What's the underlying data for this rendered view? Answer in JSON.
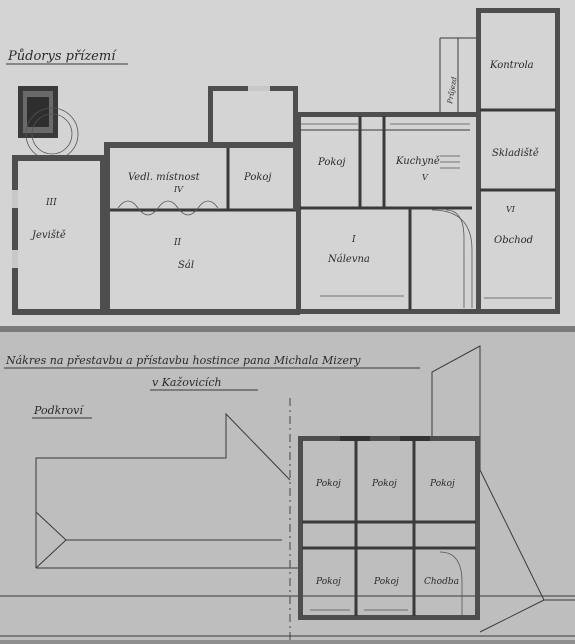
{
  "top_plan": {
    "title": "Půdorys přízemí",
    "rooms": {
      "jeviste": "Jeviště",
      "jeviste_num": "III",
      "sal": "Sál",
      "sal_num": "II",
      "vedlejsi": "Vedl. místnost",
      "vedlejsi_num": "IV",
      "pokoj_a": "Pokoj",
      "pokoj_b": "Pokoj",
      "nalevna": "Nálevna",
      "nalevna_num": "I",
      "kuchyne": "Kuchyně",
      "kuchyne_num": "V",
      "kontrola": "Kontrola",
      "skladiste": "Skladiště",
      "obchod": "Obchod",
      "obchod_num": "VI",
      "prujezd": "Průjezd"
    }
  },
  "bottom_plan": {
    "title": "Nákres na přestavbu a přístavbu hostince pana Michala Mizery",
    "subtitle": "v Kažovicích",
    "section": "Podkroví",
    "rooms": {
      "pokoj_1": "Pokoj",
      "pokoj_2": "Pokoj",
      "pokoj_3": "Pokoj",
      "pokoj_4": "Pokoj",
      "pokoj_5": "Pokoj",
      "chodba": "Chodba"
    }
  },
  "colors": {
    "paper_top": "#d4d4d4",
    "paper_bottom": "#bebebe",
    "ink": "#2a2a2a",
    "wall": "#4e4e4e"
  }
}
